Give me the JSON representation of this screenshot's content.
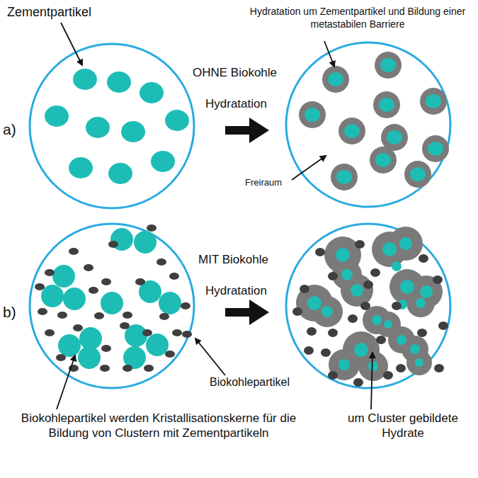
{
  "diagram": {
    "labels": [
      "Zementpartikel",
      "Hydratation um Zementpartikel und Bildung einer metastabilen Barriere",
      "OHNE Biokohle",
      "Hydratation",
      "a)",
      "Freiraum",
      "MIT Biokohle",
      "Hydratation",
      "b)",
      "Biokohlepartikel",
      "Biokohlepartikel werden Kristallisationskerne für die Bildung von Clustern mit Zementpartikeln",
      "um Cluster gebildete Hydrate"
    ]
  }
}
